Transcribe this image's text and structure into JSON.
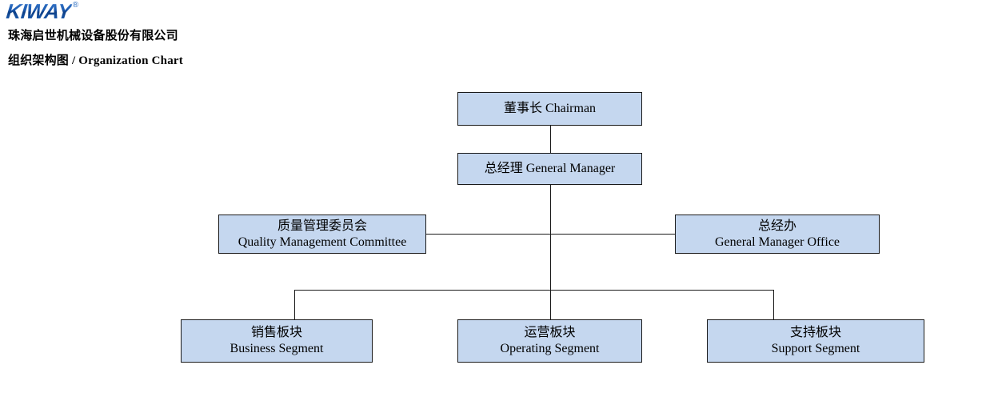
{
  "header": {
    "logo_text": "KIWAY",
    "logo_mark": "®",
    "company_name": "珠海启世机械设备股份有限公司",
    "chart_title": "组织架构图 / Organization Chart"
  },
  "colors": {
    "node_fill": "#c5d7ef",
    "node_border": "#1a1a1a",
    "line": "#1a1a1a",
    "logo_blue": "#1a58ad",
    "text": "#000000"
  },
  "chart": {
    "type": "org-chart",
    "nodes": [
      {
        "id": "chairman",
        "cn": "董事长",
        "en": "Chairman",
        "inline": true,
        "level": 1
      },
      {
        "id": "general-manager",
        "cn": "总经理",
        "en": "General Manager",
        "inline": true,
        "level": 2
      },
      {
        "id": "quality-committee",
        "cn": "质量管理委员会",
        "en": "Quality Management Committee",
        "inline": false,
        "level": 3
      },
      {
        "id": "gm-office",
        "cn": "总经办",
        "en": "General Manager Office",
        "inline": false,
        "level": 3
      },
      {
        "id": "business-segment",
        "cn": "销售板块",
        "en": "Business Segment",
        "inline": false,
        "level": 4
      },
      {
        "id": "operating-segment",
        "cn": "运营板块",
        "en": "Operating Segment",
        "inline": false,
        "level": 4
      },
      {
        "id": "support-segment",
        "cn": "支持板块",
        "en": "Support Segment",
        "inline": false,
        "level": 4
      }
    ],
    "edges": [
      {
        "from": "chairman",
        "to": "general-manager"
      },
      {
        "from": "general-manager",
        "to": "quality-committee"
      },
      {
        "from": "general-manager",
        "to": "gm-office"
      },
      {
        "from": "general-manager",
        "to": "business-segment"
      },
      {
        "from": "general-manager",
        "to": "operating-segment"
      },
      {
        "from": "general-manager",
        "to": "support-segment"
      }
    ]
  }
}
